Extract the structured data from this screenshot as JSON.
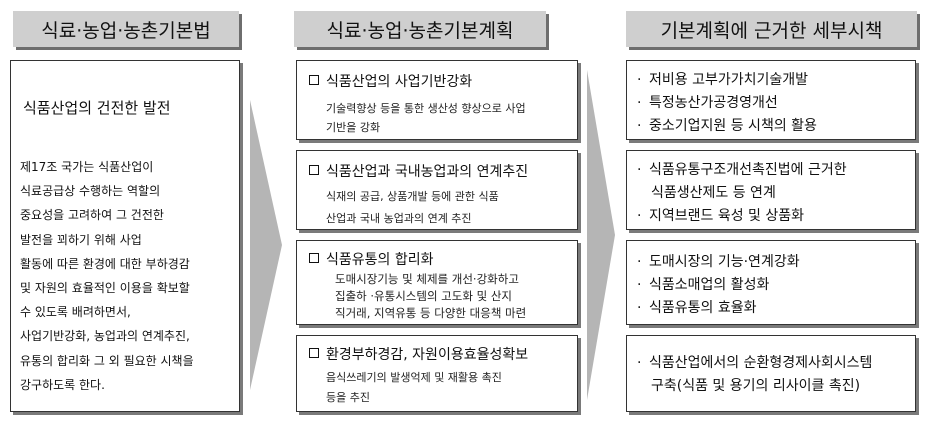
{
  "columns": [
    {
      "header": "식료·농업·농촌기본법"
    },
    {
      "header": "식료·농업·농촌기본계획"
    },
    {
      "header": "기본계획에 근거한 세부시책"
    }
  ],
  "law": {
    "title": "식품산업의 건전한 발전",
    "body_lines": [
      "제17조 국가는 식품산업이",
      "식료공급상 수행하는 역할의",
      "중요성을 고려하여 그 건전한",
      "발전을 꾀하기 위해 사업",
      "활동에 따른 환경에 대한 부하경감",
      "및 자원의 효율적인 이용을 확보할",
      "수 있도록 배려하면서,",
      "사업기반강화, 농업과의 연계추진,",
      "유통의 합리화 그 외 필요한 시책을",
      "강구하도록 한다."
    ]
  },
  "plans": [
    {
      "title": "식품산업의 사업기반강화",
      "desc": [
        "기술력향상 등을 통한 생산성 향상으로 사업",
        "기반을 강화"
      ]
    },
    {
      "title": "식품산업과 국내농업과의 연계추진",
      "desc": [
        "식재의 공급, 상품개발 등에 관한 식품",
        "산업과 국내 농업과의 연계 추진"
      ]
    },
    {
      "title": "식품유통의 합리화",
      "desc": [
        "도매시장기능 및 체제를 개선·강화하고",
        "집출하 ·유통시스템의 고도화 및 산지",
        "직거래, 지역유통 등 다양한 대응책 마련"
      ]
    },
    {
      "title": "환경부하경감, 자원이용효율성확보",
      "desc": [
        "음식쓰레기의 발생억제 및 재활용 촉진",
        "등을 추진"
      ]
    }
  ],
  "measures": [
    [
      "저비용 고부가가치기술개발",
      "특정농산가공경영개선",
      "중소기업지원 등 시책의 활용"
    ],
    [
      "식품유통구조개선촉진법에 근거한",
      "식품생산제도 등 연계",
      "지역브랜드 육성 및 상품화"
    ],
    [
      "도매시장의 기능·연계강화",
      "식품소매업의 활성화",
      "식품유통의 효율화"
    ],
    [
      "식품산업에서의 순환형경제사회시스템",
      "구축(식품 및 용기의 리사이클 촉진)"
    ]
  ],
  "colors": {
    "header_bg": "#cfcfcf",
    "shadow": "#7a7a7a",
    "arrow": "#b5b5b5"
  }
}
